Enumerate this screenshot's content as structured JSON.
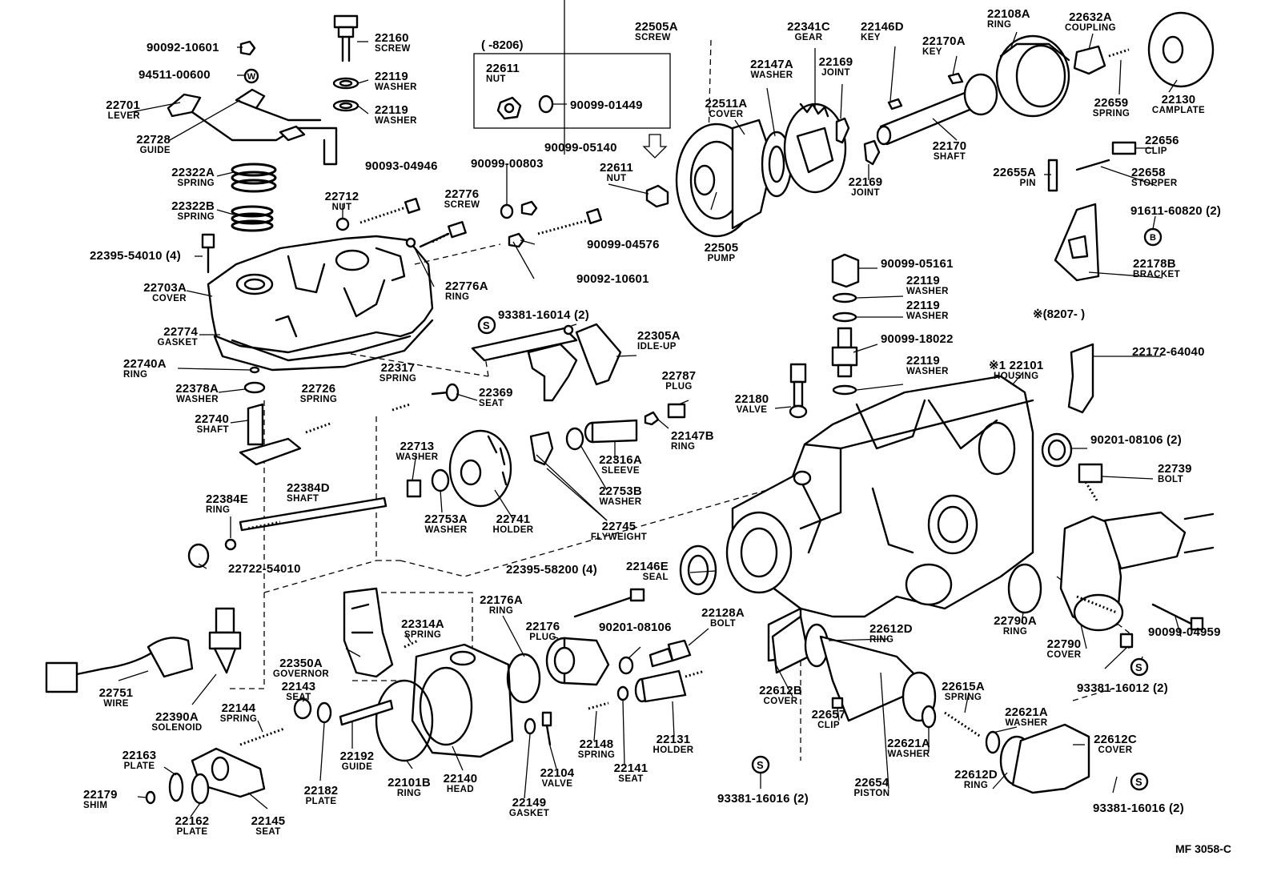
{
  "diagram": {
    "code": "MF 3058-C",
    "date_note_before": "(     -8206)",
    "date_note_after": "※(8207-        )",
    "parts": [
      {
        "num": "90092-10601",
        "name": ""
      },
      {
        "num": "94511-00600",
        "name": ""
      },
      {
        "num": "22701",
        "name": "LEVER"
      },
      {
        "num": "22728",
        "name": "GUIDE"
      },
      {
        "num": "22322A",
        "name": "SPRING"
      },
      {
        "num": "22322B",
        "name": "SPRING"
      },
      {
        "num": "22395-54010 (4)",
        "name": ""
      },
      {
        "num": "22703A",
        "name": "COVER"
      },
      {
        "num": "22774",
        "name": "GASKET"
      },
      {
        "num": "22740A",
        "name": "RING"
      },
      {
        "num": "22378A",
        "name": "WASHER"
      },
      {
        "num": "22740",
        "name": "SHAFT"
      },
      {
        "num": "22384E",
        "name": "RING"
      },
      {
        "num": "22384D",
        "name": "SHAFT"
      },
      {
        "num": "22722-54010",
        "name": ""
      },
      {
        "num": "22751",
        "name": "WIRE"
      },
      {
        "num": "22390A",
        "name": "SOLENOID"
      },
      {
        "num": "22163",
        "name": "PLATE"
      },
      {
        "num": "22179",
        "name": "SHIM"
      },
      {
        "num": "22162",
        "name": "PLATE"
      },
      {
        "num": "22145",
        "name": "SEAT"
      },
      {
        "num": "22144",
        "name": "SPRING"
      },
      {
        "num": "22143",
        "name": "SEAT"
      },
      {
        "num": "22182",
        "name": "PLATE"
      },
      {
        "num": "22192",
        "name": "GUIDE"
      },
      {
        "num": "22101B",
        "name": "RING"
      },
      {
        "num": "22140",
        "name": "HEAD"
      },
      {
        "num": "22350A",
        "name": "GOVERNOR"
      },
      {
        "num": "22314A",
        "name": "SPRING"
      },
      {
        "num": "22160",
        "name": "SCREW"
      },
      {
        "num": "22119",
        "name": "WASHER"
      },
      {
        "num": "22119",
        "name": "WASHER"
      },
      {
        "num": "90093-04946",
        "name": ""
      },
      {
        "num": "22712",
        "name": "NUT"
      },
      {
        "num": "22776",
        "name": "SCREW"
      },
      {
        "num": "22776A",
        "name": "RING"
      },
      {
        "num": "90099-00803",
        "name": ""
      },
      {
        "num": "90099-05140",
        "name": ""
      },
      {
        "num": "90099-04576",
        "name": ""
      },
      {
        "num": "90092-10601",
        "name": ""
      },
      {
        "num": "22611",
        "name": "NUT"
      },
      {
        "num": "90099-01449",
        "name": ""
      },
      {
        "num": "22611",
        "name": "NUT"
      },
      {
        "num": "22726",
        "name": "SPRING"
      },
      {
        "num": "22317",
        "name": "SPRING"
      },
      {
        "num": "22369",
        "name": "SEAT"
      },
      {
        "num": "93381-16014 (2)",
        "name": ""
      },
      {
        "num": "22305A",
        "name": "IDLE-UP"
      },
      {
        "num": "22713",
        "name": "WASHER"
      },
      {
        "num": "22753A",
        "name": "WASHER"
      },
      {
        "num": "22741",
        "name": "HOLDER"
      },
      {
        "num": "22745",
        "name": "FLYWEIGHT"
      },
      {
        "num": "22753B",
        "name": "WASHER"
      },
      {
        "num": "22316A",
        "name": "SLEEVE"
      },
      {
        "num": "22787",
        "name": "PLUG"
      },
      {
        "num": "22147B",
        "name": "RING"
      },
      {
        "num": "22395-58200 (4)",
        "name": ""
      },
      {
        "num": "22176A",
        "name": "RING"
      },
      {
        "num": "22176",
        "name": "PLUG"
      },
      {
        "num": "90201-08106",
        "name": ""
      },
      {
        "num": "22128A",
        "name": "BOLT"
      },
      {
        "num": "22146E",
        "name": "SEAL"
      },
      {
        "num": "22149",
        "name": "GASKET"
      },
      {
        "num": "22104",
        "name": "VALVE"
      },
      {
        "num": "22148",
        "name": "SPRING"
      },
      {
        "num": "22141",
        "name": "SEAT"
      },
      {
        "num": "22131",
        "name": "HOLDER"
      },
      {
        "num": "22505A",
        "name": "SCREW"
      },
      {
        "num": "22511A",
        "name": "COVER"
      },
      {
        "num": "22505",
        "name": "PUMP"
      },
      {
        "num": "22341C",
        "name": "GEAR"
      },
      {
        "num": "22147A",
        "name": "WASHER"
      },
      {
        "num": "22169",
        "name": "JOINT"
      },
      {
        "num": "22169",
        "name": "JOINT"
      },
      {
        "num": "22146D",
        "name": "KEY"
      },
      {
        "num": "22170A",
        "name": "KEY"
      },
      {
        "num": "22170",
        "name": "SHAFT"
      },
      {
        "num": "22108A",
        "name": "RING"
      },
      {
        "num": "22632A",
        "name": "COUPLING"
      },
      {
        "num": "22659",
        "name": "SPRING"
      },
      {
        "num": "22130",
        "name": "CAMPLATE"
      },
      {
        "num": "22656",
        "name": "CLIP"
      },
      {
        "num": "22655A",
        "name": "PIN"
      },
      {
        "num": "22658",
        "name": "STOPPER"
      },
      {
        "num": "91611-60820 (2)",
        "name": ""
      },
      {
        "num": "22178B",
        "name": "BRACKET"
      },
      {
        "num": "90099-05161",
        "name": ""
      },
      {
        "num": "22119",
        "name": "WASHER"
      },
      {
        "num": "22119",
        "name": "WASHER"
      },
      {
        "num": "90099-18022",
        "name": ""
      },
      {
        "num": "22119",
        "name": "WASHER"
      },
      {
        "num": "22180",
        "name": "VALVE"
      },
      {
        "num": "※1 22101",
        "name": "HOUSING"
      },
      {
        "num": "22172-64040",
        "name": ""
      },
      {
        "num": "90201-08106 (2)",
        "name": ""
      },
      {
        "num": "22739",
        "name": "BOLT"
      },
      {
        "num": "22790A",
        "name": "RING"
      },
      {
        "num": "22790",
        "name": "COVER"
      },
      {
        "num": "90099-04959",
        "name": ""
      },
      {
        "num": "93381-16012 (2)",
        "name": ""
      },
      {
        "num": "22612D",
        "name": "RING"
      },
      {
        "num": "22612B",
        "name": "COVER"
      },
      {
        "num": "22657",
        "name": "CLIP"
      },
      {
        "num": "22654",
        "name": "PISTON"
      },
      {
        "num": "22615A",
        "name": "SPRING"
      },
      {
        "num": "22621A",
        "name": "WASHER"
      },
      {
        "num": "22621A",
        "name": "WASHER"
      },
      {
        "num": "22612C",
        "name": "COVER"
      },
      {
        "num": "22612D",
        "name": "RING"
      },
      {
        "num": "93381-16016 (2)",
        "name": ""
      },
      {
        "num": "93381-16016 (2)",
        "name": ""
      }
    ],
    "symbols": {
      "s": "S",
      "w": "W",
      "b": "B"
    }
  }
}
